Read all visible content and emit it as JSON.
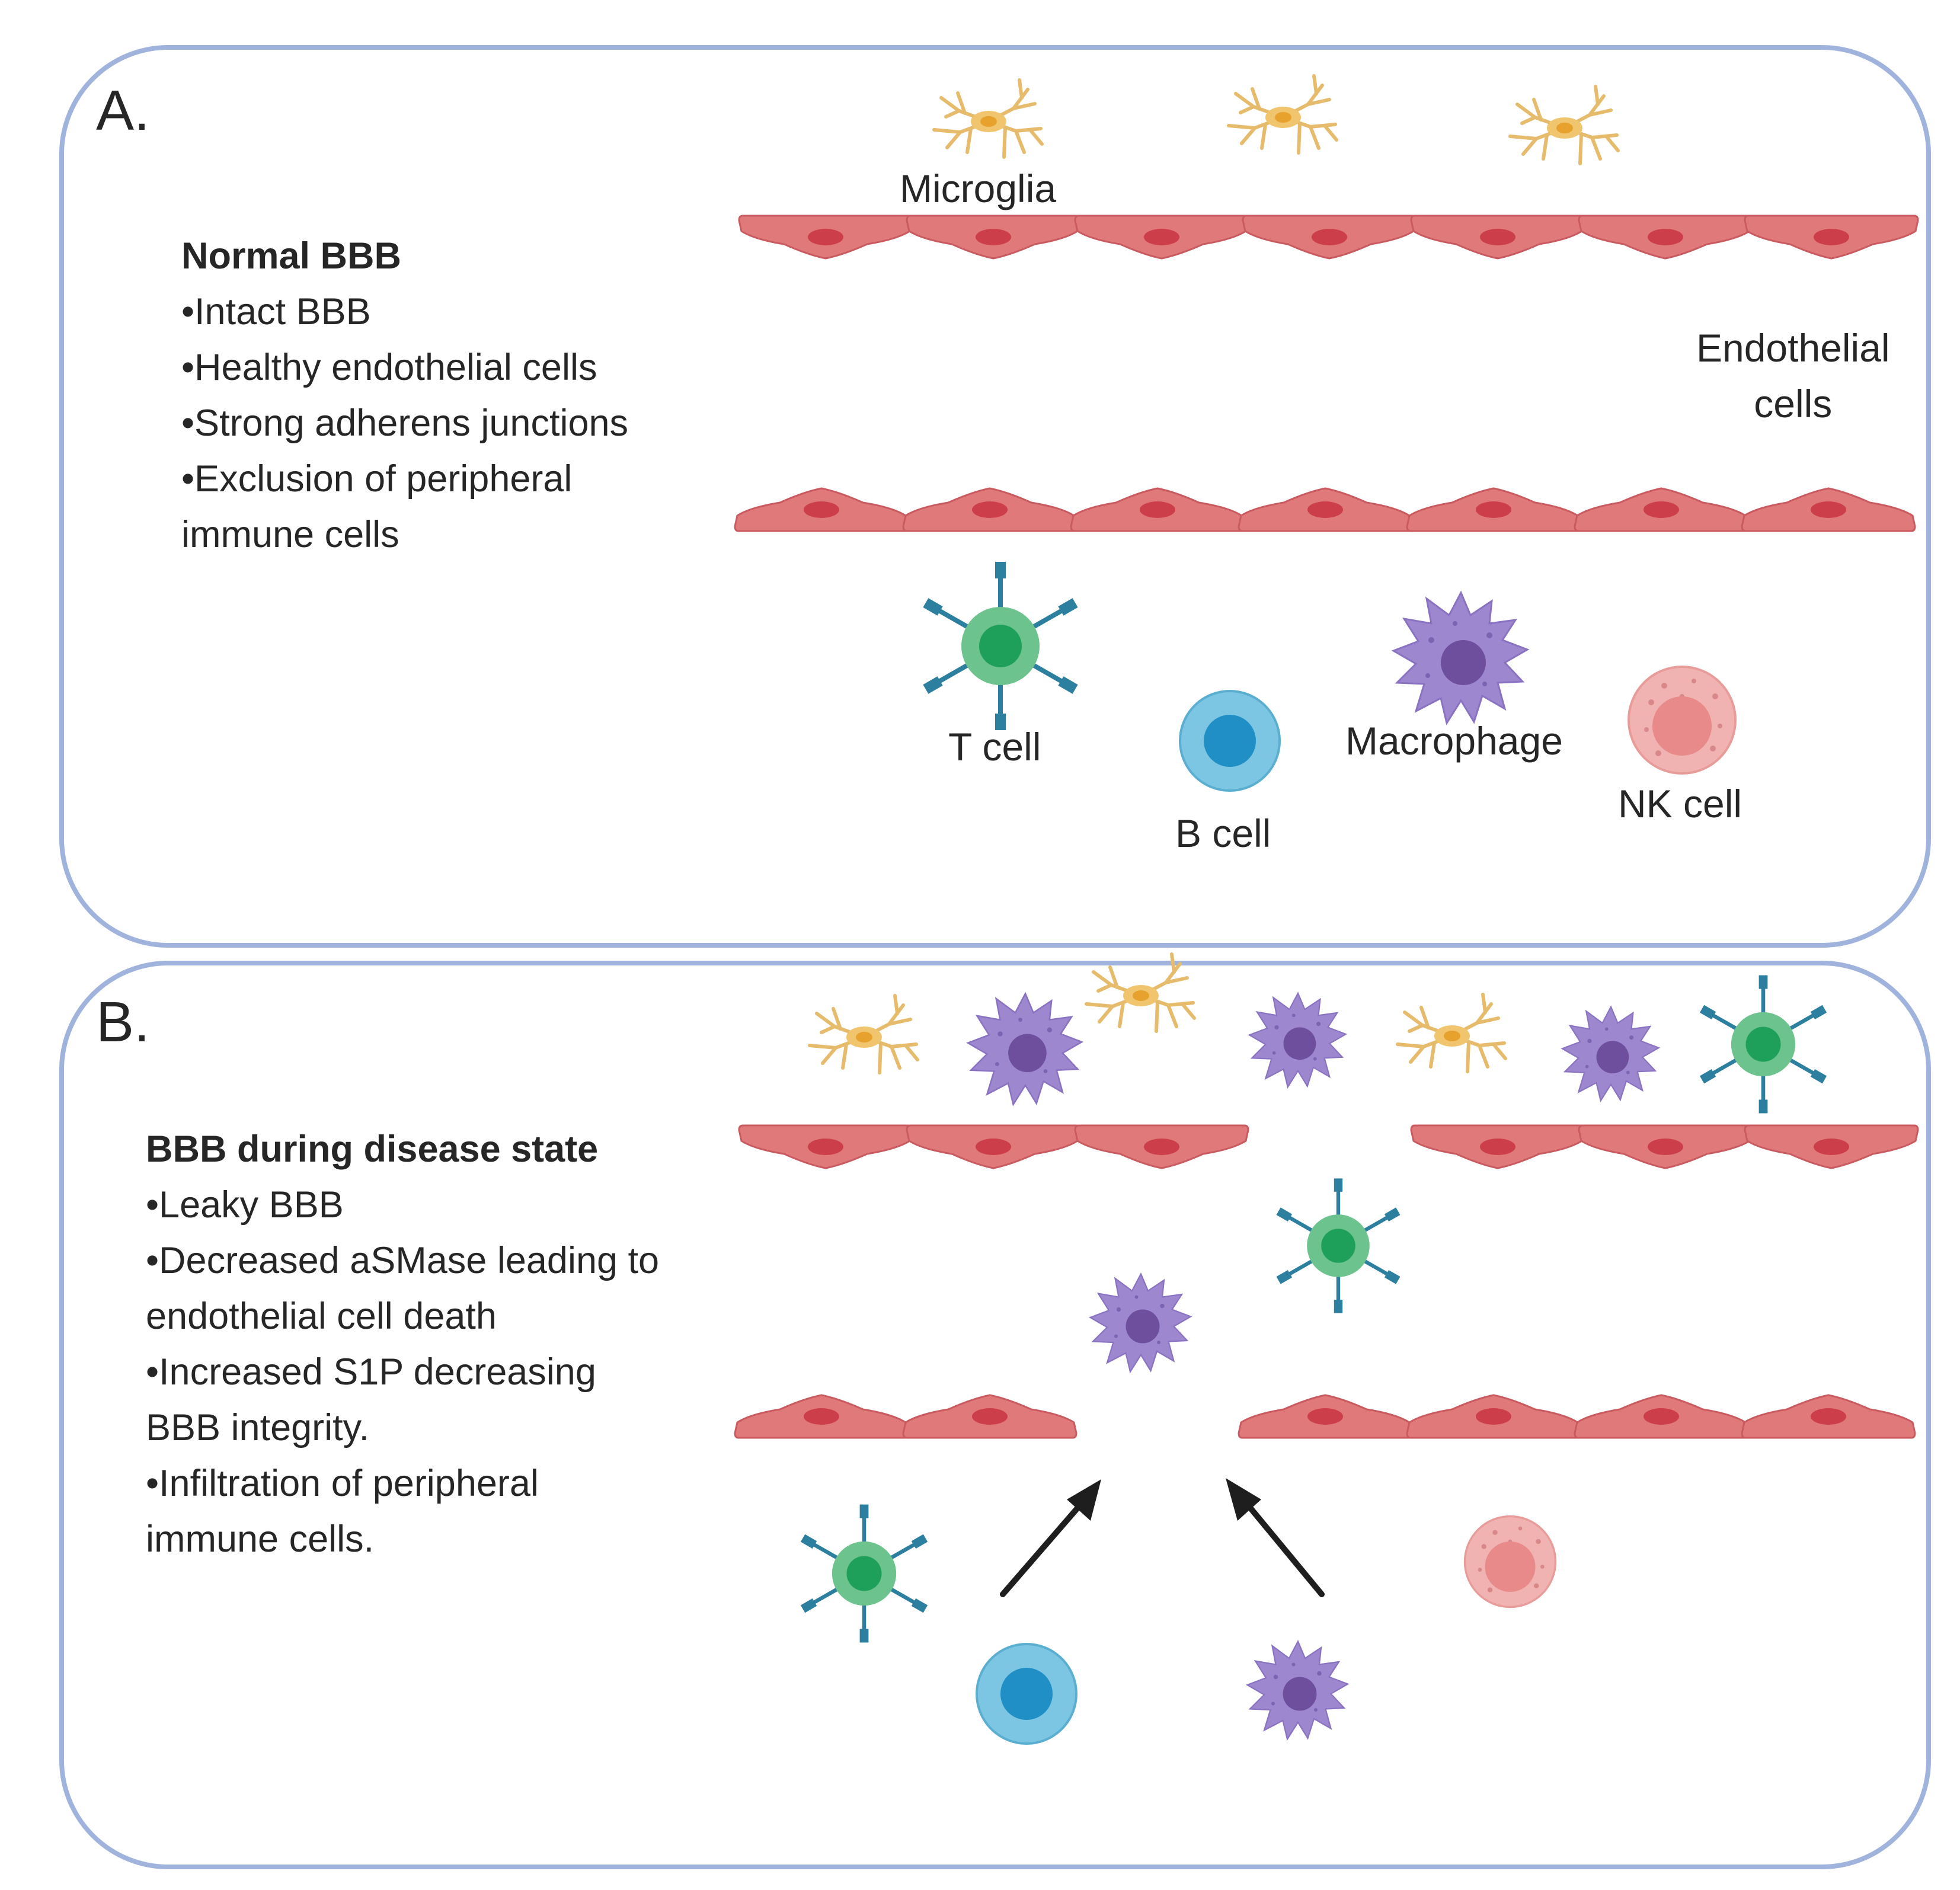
{
  "colors": {
    "panel_border": "#9fb3dc",
    "endothelial": "#e07a7a",
    "endothelial_edge": "#c95a5f",
    "endothelial_nucleus": "#cc3f4a",
    "microglia": "#e6bb6c",
    "microglia_nucleus": "#e7a22e",
    "tcell": "#6dc38d",
    "tcell_nucleus": "#1fa05a",
    "receptor": "#2d7fa0",
    "bcell": "#7cc6e4",
    "bcell_nucleus": "#1f8fc6",
    "macrophage": "#9d87cf",
    "macrophage_nucleus": "#6e4f9e",
    "nkcell": "#f1b3b1",
    "nkcell_nucleus": "#e78a89",
    "arrow": "#1e1e1e"
  },
  "icons": {
    "microglia": "microglia-icon",
    "tcell": "t-cell-icon",
    "bcell": "b-cell-icon",
    "macrophage": "macrophage-icon",
    "nkcell": "nk-cell-icon",
    "endothelial": "endothelial-cell-icon",
    "arrow": "arrow-icon"
  },
  "panel_a": {
    "letter": "A.",
    "heading": "Normal BBB",
    "bullets": [
      "•Intact BBB",
      "•Healthy endothelial cells",
      "•Strong adherens junctions",
      "•Exclusion of peripheral immune cells"
    ],
    "labels": {
      "microglia": "Microglia",
      "endothelial_line1": "Endothelial",
      "endothelial_line2": "cells",
      "tcell": "T cell",
      "bcell": "B cell",
      "macrophage": "Macrophage",
      "nkcell": "NK cell"
    }
  },
  "panel_b": {
    "letter": "B.",
    "heading": "BBB during disease state",
    "bullets": [
      "•Leaky BBB",
      "•Decreased aSMase leading to endothelial cell death",
      "•Increased S1P decreasing BBB integrity.",
      "•Infiltration of peripheral immune cells."
    ]
  }
}
